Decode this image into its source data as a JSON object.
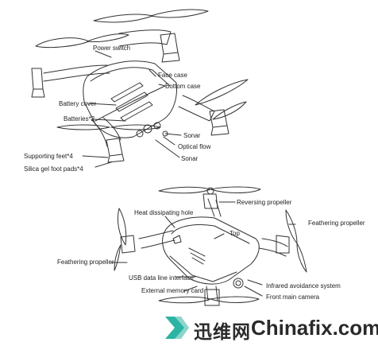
{
  "diagram": {
    "bottom_view_labels": {
      "power_switch": "Power switch",
      "face_case": "Face case",
      "bottom_case": "Bottom case",
      "battery_cover": "Battery cover",
      "batteries": "Batteries*2",
      "sonar_1": "Sonar",
      "optical_flow": "Optical flow",
      "sonar_2": "Sonar",
      "supporting_feet": "Supporting feet*4",
      "silica_gel_pads": "Silica gel foot pads*4"
    },
    "top_view_labels": {
      "heat_dissipating_hole": "Heat dissipating hole",
      "reversing_propeller": "Reversing propeller",
      "feathering_propeller_right": "Feathering propeller",
      "top": "Top",
      "feathering_propeller_left": "Feathering propeller",
      "usb_interface": "USB data line interface",
      "external_memory_card": "External memory card",
      "infrared_avoidance": "Infrared avoidance system",
      "front_main_camera": "Front main  camera"
    }
  },
  "watermark": {
    "chinese_text": "迅维网",
    "english_text": "Chinafix.com",
    "logo_icon": "chevron-logo-icon",
    "logo_color": "#2bb3a3"
  }
}
